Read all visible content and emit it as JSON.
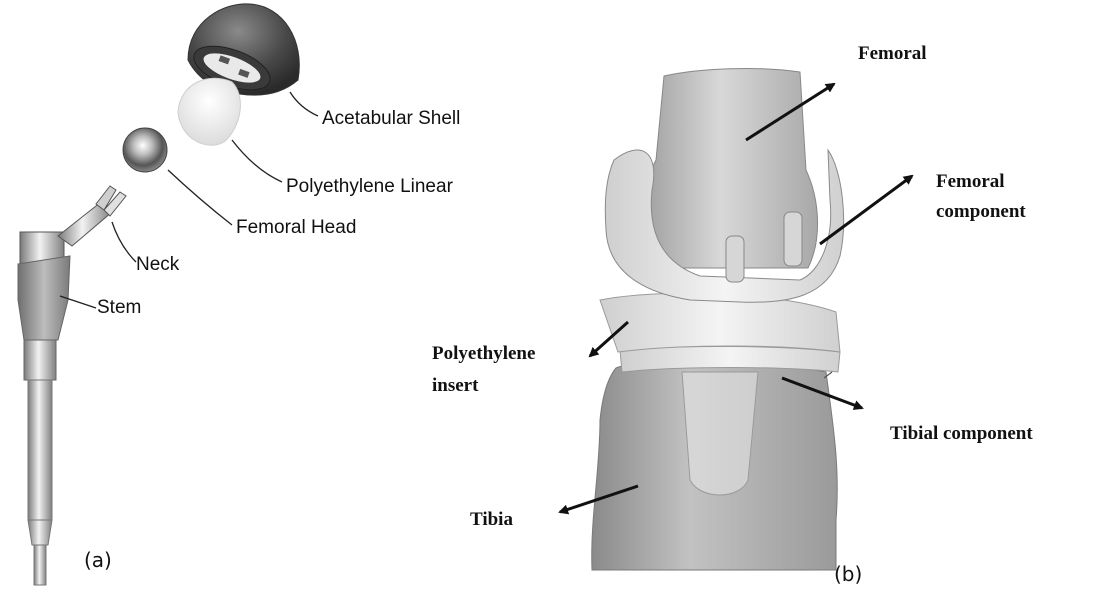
{
  "panel_a": {
    "tag": "(a)",
    "labels": {
      "acetabular_shell": "Acetabular Shell",
      "polyethylene_liner": "Polyethylene Linear",
      "femoral_head": "Femoral Head",
      "neck": "Neck",
      "stem": "Stem"
    }
  },
  "panel_b": {
    "tag": "(b)",
    "labels": {
      "femoral": "Femoral",
      "femoral_component_line1": "Femoral",
      "femoral_component_line2": "component",
      "polyethylene_insert_line1": "Polyethylene",
      "polyethylene_insert_line2": "insert",
      "tibial_component": "Tibial component",
      "tibia": "Tibia"
    }
  }
}
